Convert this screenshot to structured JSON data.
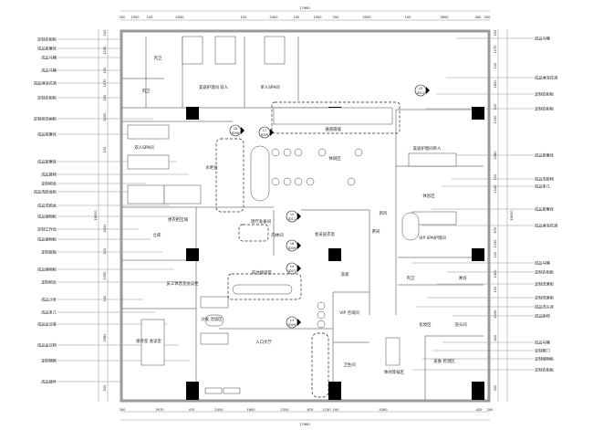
{
  "drawing": {
    "total_width_label": "17980",
    "total_height_label": "18000",
    "top_dims": [
      "200",
      "1950",
      "100",
      "4500",
      "100",
      "2400",
      "100",
      "1900",
      "200",
      "3050",
      "100",
      "3600",
      "400",
      "200"
    ],
    "bottom_dims": [
      "200",
      "3970",
      "470",
      "2450",
      "1600",
      "2350",
      "870",
      "1150",
      "100",
      "5300",
      "420",
      "200"
    ],
    "left_dims": [
      "200",
      "1150",
      "100",
      "1170",
      "100",
      "5250",
      "100",
      "2410",
      "100",
      "2390",
      "100",
      "3960",
      "500"
    ],
    "right_dims": [
      "200",
      "1170",
      "100",
      "1800",
      "200",
      "1190",
      "2280",
      "100",
      "1140",
      "670",
      "1190",
      "100",
      "1400",
      "100",
      "2290",
      "400",
      "300"
    ]
  },
  "left_labels": [
    "定制衣柜柜",
    "成品按摩床",
    "成品马桶",
    "成品马桶",
    "成品淋浴花洒",
    "定制衣柜柜",
    "定制装饰画柜",
    "成品按摩床",
    "成品按摩床",
    "成品鼻椅",
    "定制吧台",
    "成品洗脸盆柜",
    "成品洗脸盆",
    "成品储物柜",
    "定制工作台",
    "成品储物柜",
    "定制层板",
    "成品储物柜",
    "定制吧台",
    "成品沙发",
    "成品条几",
    "成品会议桌",
    "成品会议椅",
    "定制隔断",
    "成品插件"
  ],
  "right_labels": [
    "成品马桶",
    "成品淋浴花洒",
    "定制衣柜柜",
    "定制衣柜柜",
    "成品按摩床",
    "成品洗脸椅",
    "成品条几",
    "成品按摩床",
    "成品淋浴花洒",
    "成品马桶",
    "定制衣柜柜",
    "定制洗漱柜",
    "定制洗漱柜",
    "成品洗头床",
    "成品座椅",
    "成品马桶",
    "定制推门",
    "定制储物柜",
    "定制衣柜柜"
  ],
  "rooms": [
    "美容护理间 双人",
    "单人SPA间",
    "内卫",
    "内卫",
    "双人SPA间",
    "休闲区",
    "水吧台",
    "美容护理间单人",
    "休息区",
    "VIP SPA护理间",
    "更衣柜区域",
    "仓库",
    "理疗准备间",
    "内休间",
    "会员层衣室",
    "茶间",
    "员工休息室会议柜",
    "前台接待区",
    "洗漱",
    "VIP 咨询间",
    "内卫",
    "淋浴",
    "化妆区",
    "洗头间",
    "接待室 会议室",
    "沙发 洽谈区",
    "入口大厅",
    "卫生间",
    "休闲等候区",
    "皮肤 检测区",
    "新风",
    "通道隔墙"
  ],
  "tags": [
    {
      "num": "18",
      "sheet": "ID09"
    },
    {
      "num": "17",
      "sheet": "ID09"
    },
    {
      "num": "22",
      "sheet": "ID12"
    },
    {
      "num": "15",
      "sheet": "ID11"
    },
    {
      "num": "16",
      "sheet": "ID09"
    },
    {
      "num": "14",
      "sheet": "ID07"
    },
    {
      "num": "13",
      "sheet": "ID09"
    }
  ]
}
